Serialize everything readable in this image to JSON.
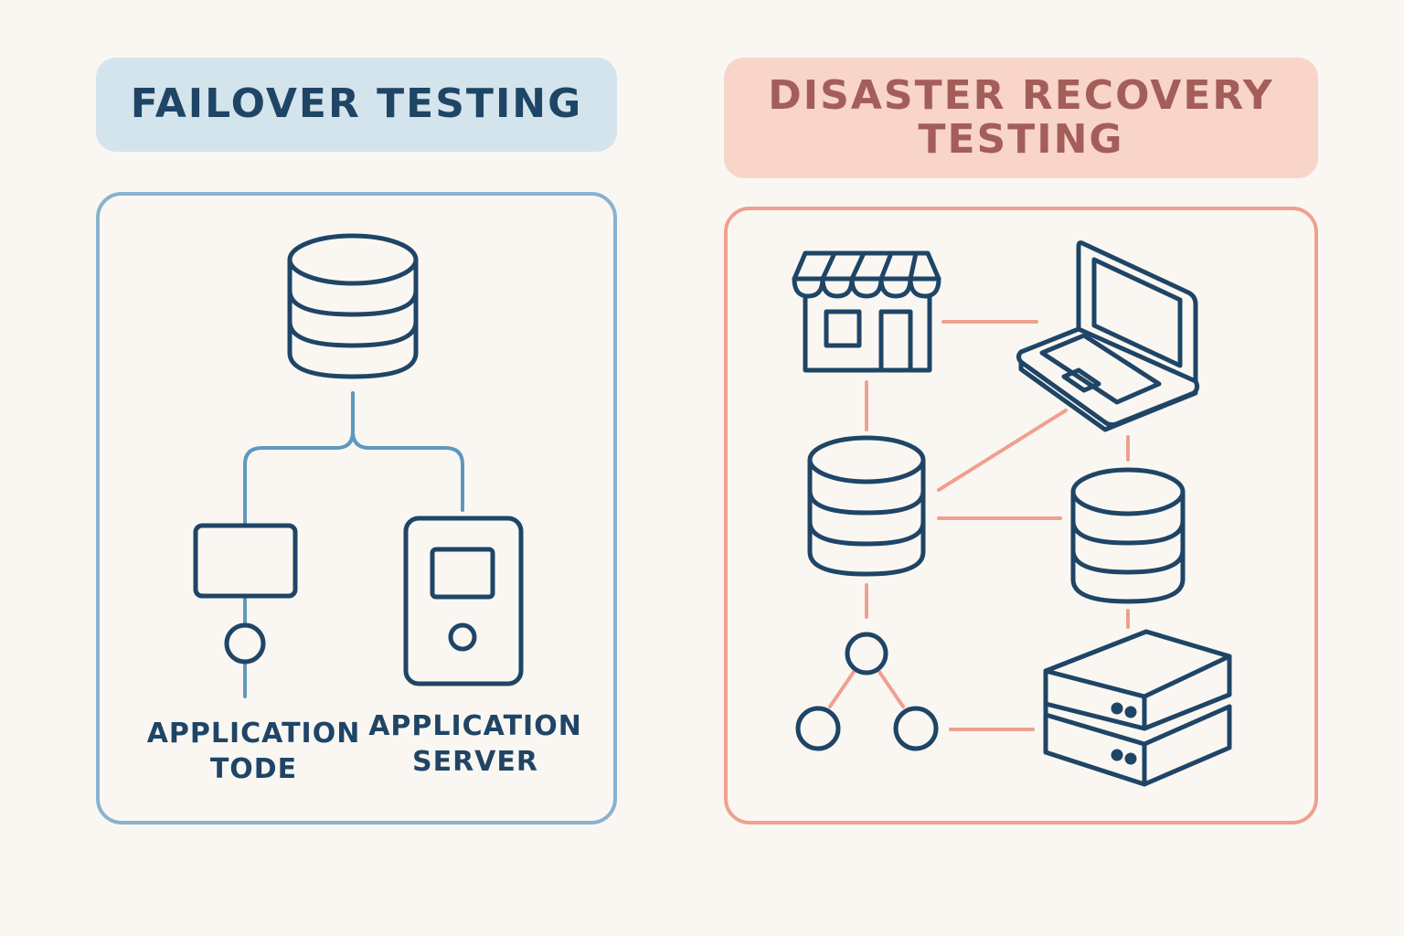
{
  "failover": {
    "title": "FAILOVER TESTING",
    "node_label_line1": "APPLICATION",
    "node_label_line2": "TODE",
    "server_label_line1": "APPLICATION",
    "server_label_line2": "SERVER"
  },
  "disaster_recovery": {
    "title_line1": "DISASTER RECOVERY",
    "title_line2": "TESTING"
  },
  "colors": {
    "background": "#faf7f3",
    "icon_stroke": "#1f4566",
    "failover_accent": "#86b3cf",
    "failover_header_bg": "#d4e4ec",
    "recovery_accent": "#f0a08e",
    "recovery_header_bg": "#f8d4c9",
    "recovery_title_text": "#a35e5a"
  },
  "icons": {
    "failover": [
      "database-icon",
      "application-node-icon",
      "application-server-icon"
    ],
    "recovery": [
      "store-icon",
      "laptop-icon",
      "database-icon",
      "database-icon",
      "network-nodes-icon",
      "server-rack-icon"
    ]
  }
}
